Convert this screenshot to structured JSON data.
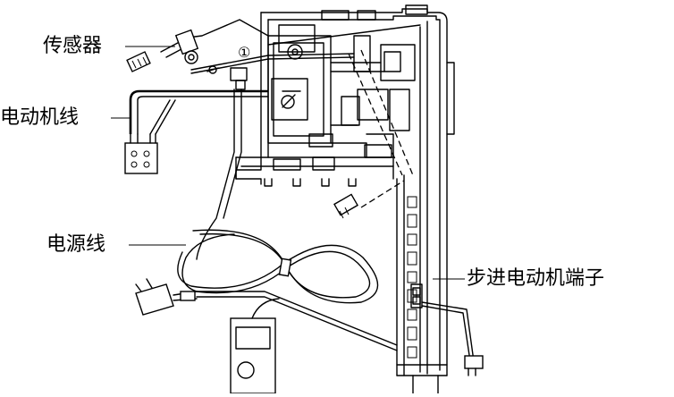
{
  "labels": {
    "sensor": "传感器",
    "motor_wire": "电动机线",
    "power_cord": "电源线",
    "stepper_terminal": "步进电动机端子"
  },
  "markers": {
    "circled_one": "①"
  }
}
